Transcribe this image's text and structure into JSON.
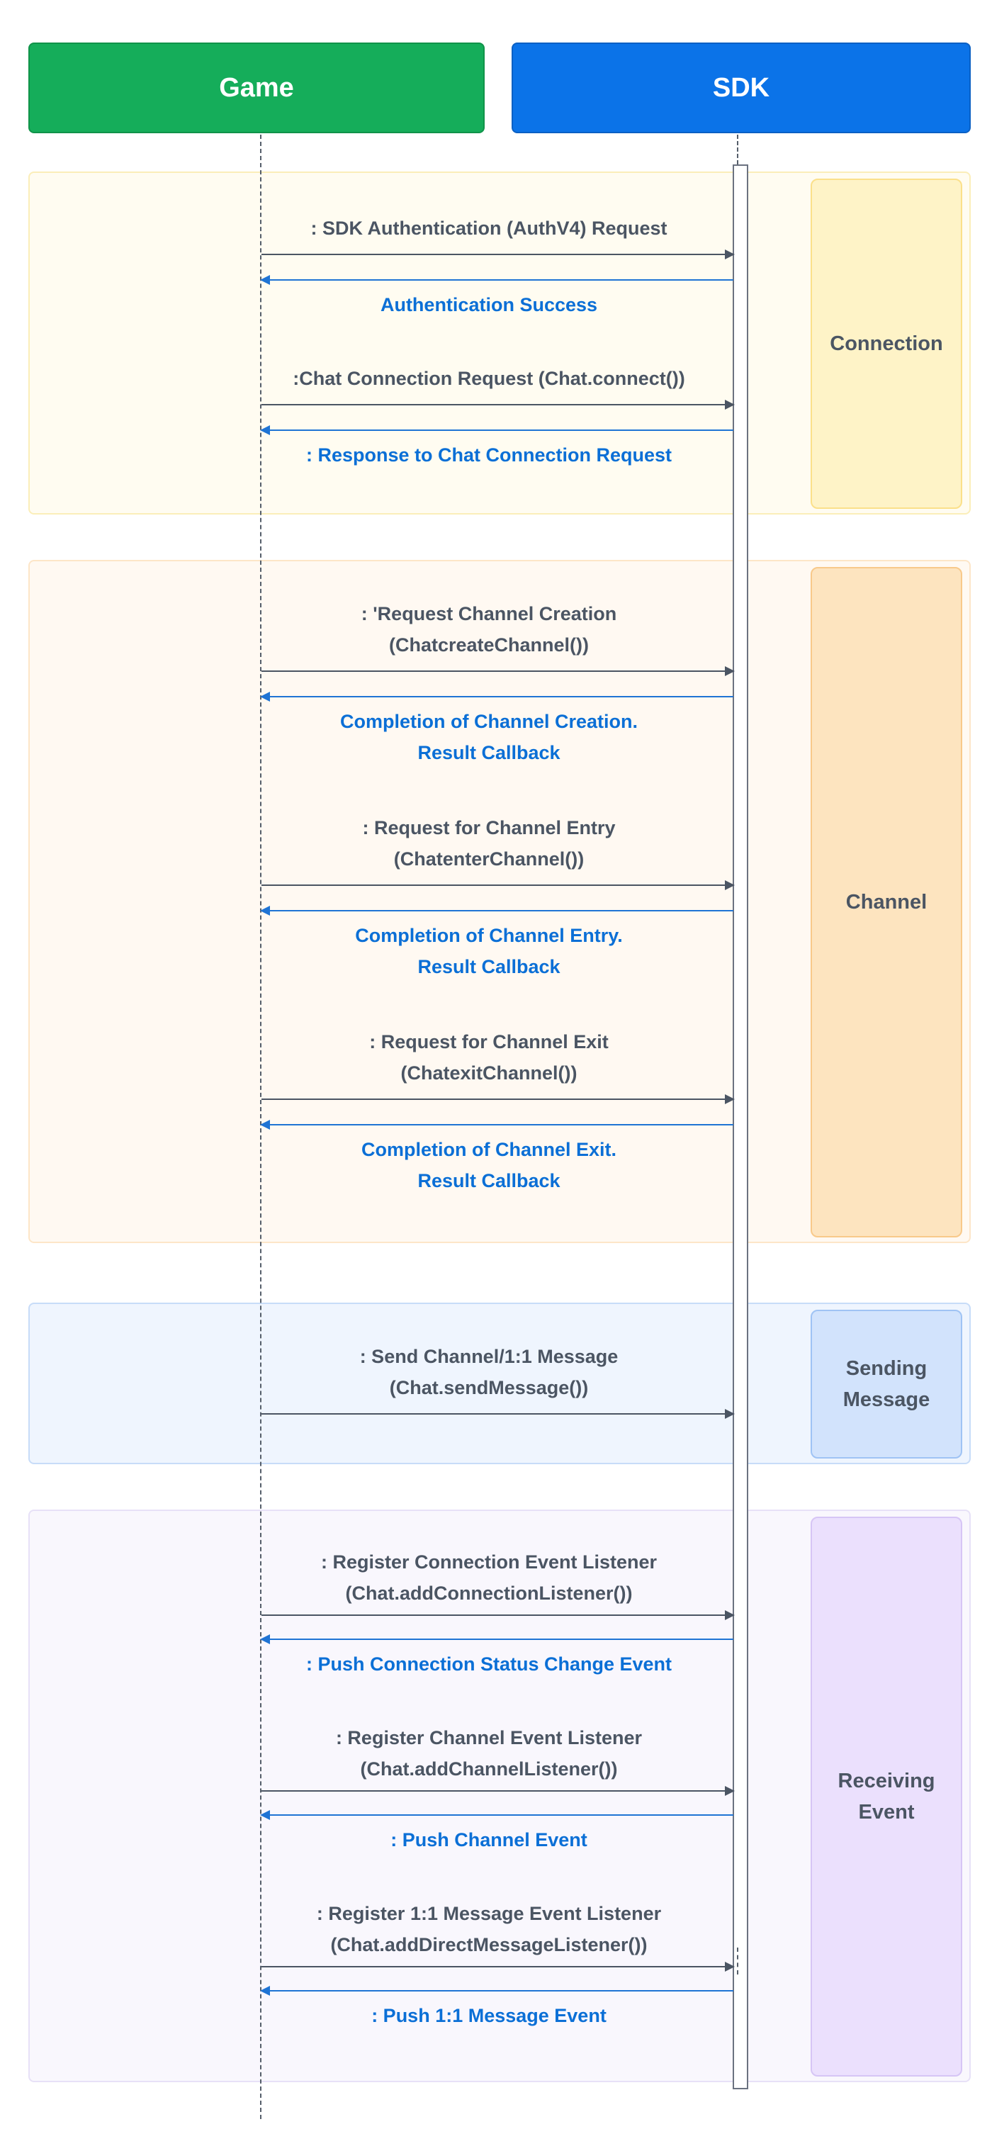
{
  "actors": {
    "game": "Game",
    "sdk": "SDK"
  },
  "sections": {
    "connection": "Connection",
    "channel": "Channel",
    "sending": "Sending\nMessage",
    "receiving": "Receiving\nEvent"
  },
  "messages": [
    {
      "text": ": SDK Authentication (AuthV4) Request",
      "direction": "request"
    },
    {
      "text": "Authentication Success",
      "direction": "response"
    },
    {
      "text": ":Chat Connection Request (Chat.connect())",
      "direction": "request"
    },
    {
      "text": ": Response to Chat Connection Request",
      "direction": "response"
    },
    {
      "text": ": 'Request Channel Creation\n(ChatcreateChannel())",
      "direction": "request"
    },
    {
      "text": "Completion of Channel Creation.\nResult Callback",
      "direction": "response"
    },
    {
      "text": ": Request for Channel Entry\n(ChatenterChannel())",
      "direction": "request"
    },
    {
      "text": "Completion of Channel Entry.\nResult Callback",
      "direction": "response"
    },
    {
      "text": ": Request for Channel Exit\n(ChatexitChannel())",
      "direction": "request"
    },
    {
      "text": "Completion of Channel Exit.\nResult Callback",
      "direction": "response"
    },
    {
      "text": ": Send Channel/1:1 Message\n(Chat.sendMessage())",
      "direction": "request"
    },
    {
      "text": ": Register Connection Event Listener\n(Chat.addConnectionListener())",
      "direction": "request"
    },
    {
      "text": ": Push Connection Status Change Event",
      "direction": "response"
    },
    {
      "text": ": Register Channel Event Listener\n(Chat.addChannelListener())",
      "direction": "request"
    },
    {
      "text": ": Push Channel Event",
      "direction": "response"
    },
    {
      "text": ": Register 1:1 Message Event Listener\n(Chat.addDirectMessageListener())",
      "direction": "request"
    },
    {
      "text": ": Push 1:1 Message Event",
      "direction": "response"
    }
  ]
}
